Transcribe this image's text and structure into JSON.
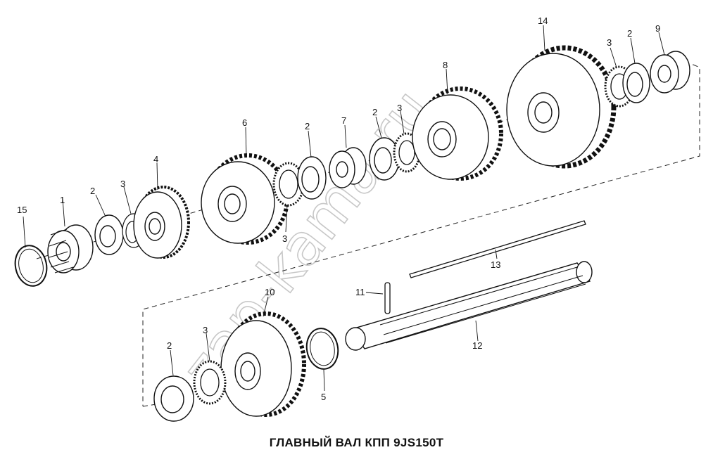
{
  "caption": "ГЛАВНЫЙ ВАЛ КПП 9JS150T",
  "watermark": "zap-kama.ru",
  "callouts": [
    {
      "id": "c15",
      "text": "15"
    },
    {
      "id": "c1",
      "text": "1"
    },
    {
      "id": "c2a",
      "text": "2"
    },
    {
      "id": "c3a",
      "text": "3"
    },
    {
      "id": "c4",
      "text": "4"
    },
    {
      "id": "c6",
      "text": "6"
    },
    {
      "id": "c3b",
      "text": "3"
    },
    {
      "id": "c2b",
      "text": "2"
    },
    {
      "id": "c7",
      "text": "7"
    },
    {
      "id": "c2c",
      "text": "2"
    },
    {
      "id": "c3c",
      "text": "3"
    },
    {
      "id": "c8",
      "text": "8"
    },
    {
      "id": "c14",
      "text": "14"
    },
    {
      "id": "c3d",
      "text": "3"
    },
    {
      "id": "c2d",
      "text": "2"
    },
    {
      "id": "c9",
      "text": "9"
    },
    {
      "id": "c13",
      "text": "13"
    },
    {
      "id": "c11",
      "text": "11"
    },
    {
      "id": "c12",
      "text": "12"
    },
    {
      "id": "c10",
      "text": "10"
    },
    {
      "id": "c3e",
      "text": "3"
    },
    {
      "id": "c2e",
      "text": "2"
    },
    {
      "id": "c5",
      "text": "5"
    }
  ]
}
